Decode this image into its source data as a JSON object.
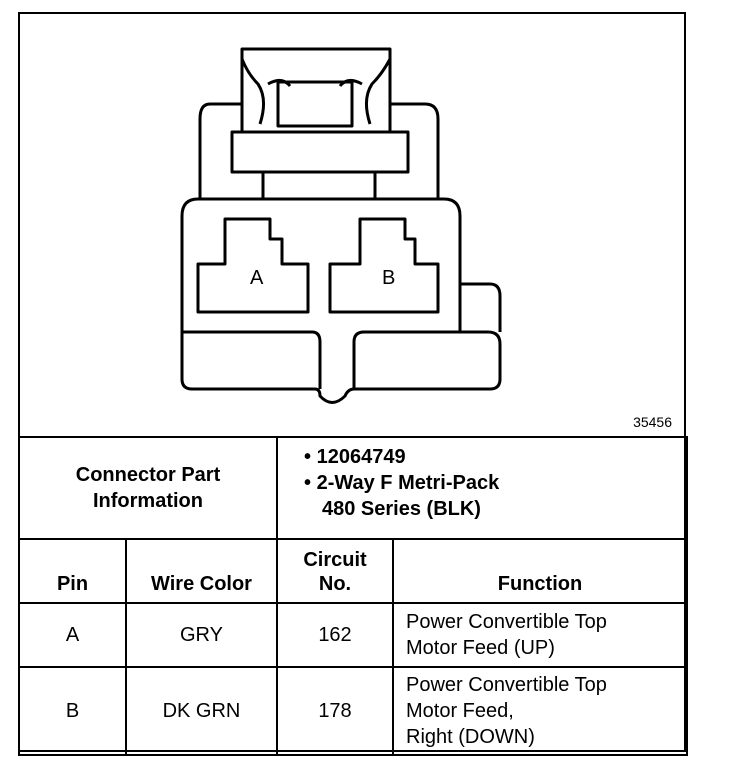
{
  "figure": {
    "figure_number": "35456",
    "cavity_labels": [
      "A",
      "B"
    ]
  },
  "connector": {
    "label_line1": "Connector Part",
    "label_line2": "Information",
    "bullet": "•",
    "part_number": "12064749",
    "description_line1": "2-Way F Metri-Pack",
    "description_line2": "480 Series (BLK)"
  },
  "table": {
    "headers": {
      "pin": "Pin",
      "wire_color": "Wire Color",
      "circuit_line1": "Circuit",
      "circuit_line2": "No.",
      "function": "Function"
    },
    "rows": [
      {
        "pin": "A",
        "wire_color": "GRY",
        "circuit": "162",
        "function_lines": [
          "Power Convertible Top",
          "Motor Feed (UP)"
        ]
      },
      {
        "pin": "B",
        "wire_color": "DK GRN",
        "circuit": "178",
        "function_lines": [
          "Power Convertible Top",
          "Motor Feed,",
          "Right (DOWN)"
        ]
      }
    ]
  }
}
